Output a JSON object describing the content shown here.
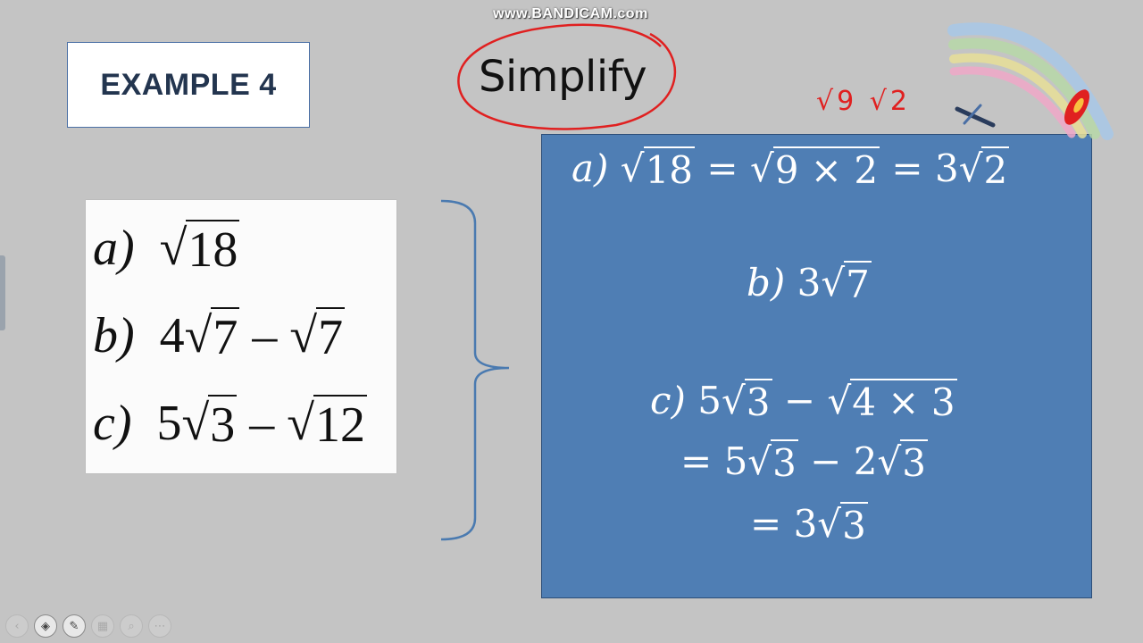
{
  "watermark": "www.BANDICAM.com",
  "example_label": "EXAMPLE 4",
  "title": "Simplify",
  "problems": {
    "a": {
      "label": "a)",
      "expr": [
        {
          "type": "sqrt",
          "arg": "18"
        }
      ]
    },
    "b": {
      "label": "b)",
      "coef1": "4",
      "rad1": "7",
      "op": "–",
      "rad2": "7"
    },
    "c": {
      "label": "c)",
      "coef1": "5",
      "rad1": "3",
      "op": "–",
      "rad2": "12"
    }
  },
  "answers": {
    "a": {
      "label": "a)",
      "p1": "18",
      "eq1": "=",
      "p2": "9 × 2",
      "eq2": "=",
      "coef": "3",
      "p3": "2"
    },
    "b": {
      "label": "b)",
      "coef": "3",
      "rad": "7"
    },
    "c_line1": {
      "label": "c)",
      "coef": "5",
      "rad": "3",
      "op": "−",
      "rad2": "4 × 3"
    },
    "c_line2": {
      "eq": "=",
      "coef1": "5",
      "rad1": "3",
      "op": "−",
      "coef2": "2",
      "rad2": "3"
    },
    "c_line3": {
      "eq": "=",
      "coef": "3",
      "rad": "3"
    }
  },
  "handwritten_note": "√9 √2",
  "toolbar": {
    "items": [
      "prev-icon",
      "pointer-icon",
      "pen-icon",
      "slides-icon",
      "zoom-icon",
      "more-icon"
    ]
  },
  "colors": {
    "answer_box": "#4f7eb4",
    "ink_red": "#e02020",
    "brace": "#4a7ab0"
  }
}
